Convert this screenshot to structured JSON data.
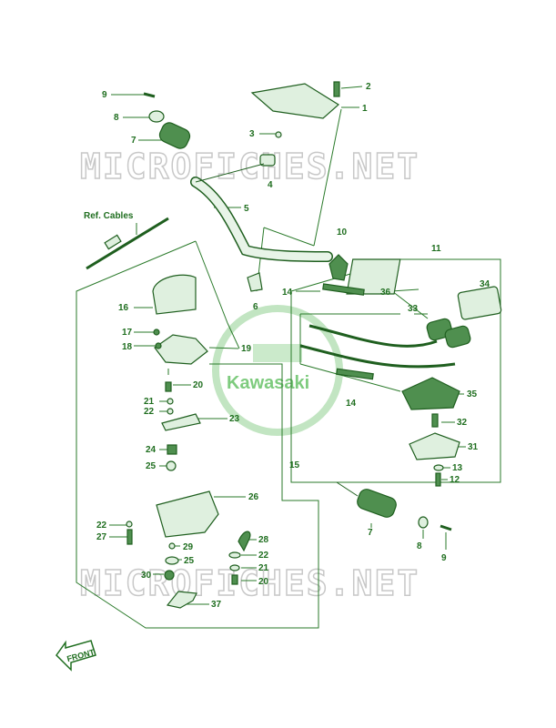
{
  "watermark": {
    "text": "MICROFICHES.NET"
  },
  "logo": {
    "text": "Kawasaki"
  },
  "front_label": "FRONT",
  "ref_cables_label": "Ref. Cables",
  "callouts": [
    {
      "id": "c1",
      "label": "1"
    },
    {
      "id": "c2",
      "label": "2"
    },
    {
      "id": "c3",
      "label": "3"
    },
    {
      "id": "c4",
      "label": "4"
    },
    {
      "id": "c5",
      "label": "5"
    },
    {
      "id": "c6",
      "label": "6"
    },
    {
      "id": "c7a",
      "label": "7"
    },
    {
      "id": "c8a",
      "label": "8"
    },
    {
      "id": "c9a",
      "label": "9"
    },
    {
      "id": "c10",
      "label": "10"
    },
    {
      "id": "c11",
      "label": "11"
    },
    {
      "id": "c14a",
      "label": "14"
    },
    {
      "id": "c36",
      "label": "36"
    },
    {
      "id": "c34",
      "label": "34"
    },
    {
      "id": "c16",
      "label": "16"
    },
    {
      "id": "c33",
      "label": "33"
    },
    {
      "id": "c17",
      "label": "17"
    },
    {
      "id": "c18",
      "label": "18"
    },
    {
      "id": "c19",
      "label": "19"
    },
    {
      "id": "c14b",
      "label": "14"
    },
    {
      "id": "c35",
      "label": "35"
    },
    {
      "id": "c20a",
      "label": "20"
    },
    {
      "id": "c21a",
      "label": "21"
    },
    {
      "id": "c22a",
      "label": "22"
    },
    {
      "id": "c23",
      "label": "23"
    },
    {
      "id": "c32",
      "label": "32"
    },
    {
      "id": "c31",
      "label": "31"
    },
    {
      "id": "c24",
      "label": "24"
    },
    {
      "id": "c25a",
      "label": "25"
    },
    {
      "id": "c15",
      "label": "15"
    },
    {
      "id": "c13",
      "label": "13"
    },
    {
      "id": "c12",
      "label": "12"
    },
    {
      "id": "c26",
      "label": "26"
    },
    {
      "id": "c7b",
      "label": "7"
    },
    {
      "id": "c22b",
      "label": "22"
    },
    {
      "id": "c27",
      "label": "27"
    },
    {
      "id": "c28",
      "label": "28"
    },
    {
      "id": "c29",
      "label": "29"
    },
    {
      "id": "c22c",
      "label": "22"
    },
    {
      "id": "c25b",
      "label": "25"
    },
    {
      "id": "c21b",
      "label": "21"
    },
    {
      "id": "c30",
      "label": "30"
    },
    {
      "id": "c20b",
      "label": "20"
    },
    {
      "id": "c8b",
      "label": "8"
    },
    {
      "id": "c9b",
      "label": "9"
    },
    {
      "id": "c37",
      "label": "37"
    }
  ]
}
